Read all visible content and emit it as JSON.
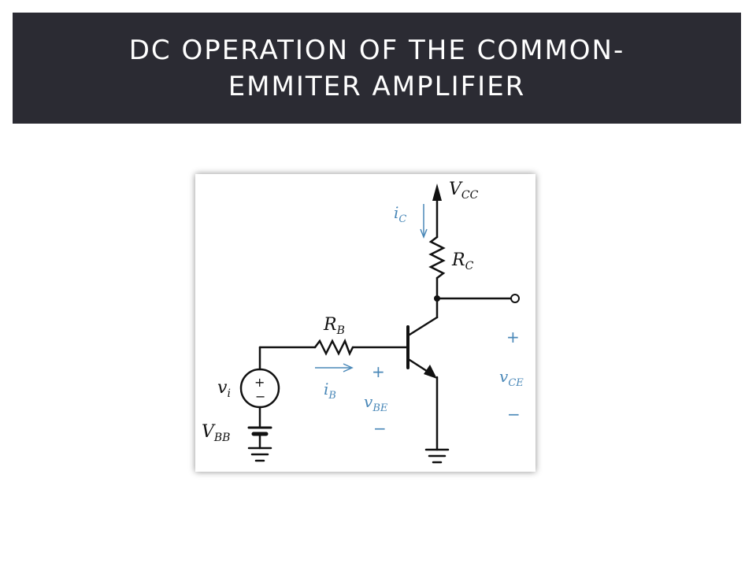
{
  "slide": {
    "title": "DC OPERATION OF THE COMMON-EMMITER AMPLIFIER"
  },
  "circuit": {
    "labels": {
      "vcc_main": "V",
      "vcc_sub": "CC",
      "rc_main": "R",
      "rc_sub": "C",
      "rb_main": "R",
      "rb_sub": "B",
      "vi_main": "v",
      "vi_sub": "i",
      "vbb_main": "V",
      "vbb_sub": "BB",
      "ic_main": "i",
      "ic_sub": "C",
      "ib_main": "i",
      "ib_sub": "B",
      "vbe_main": "v",
      "vbe_sub": "BE",
      "vce_main": "v",
      "vce_sub": "CE",
      "plus": "+",
      "minus": "−"
    },
    "colors": {
      "wire": "#111111",
      "annotation": "#4a88b8",
      "title_bar": "#2b2b33"
    }
  }
}
